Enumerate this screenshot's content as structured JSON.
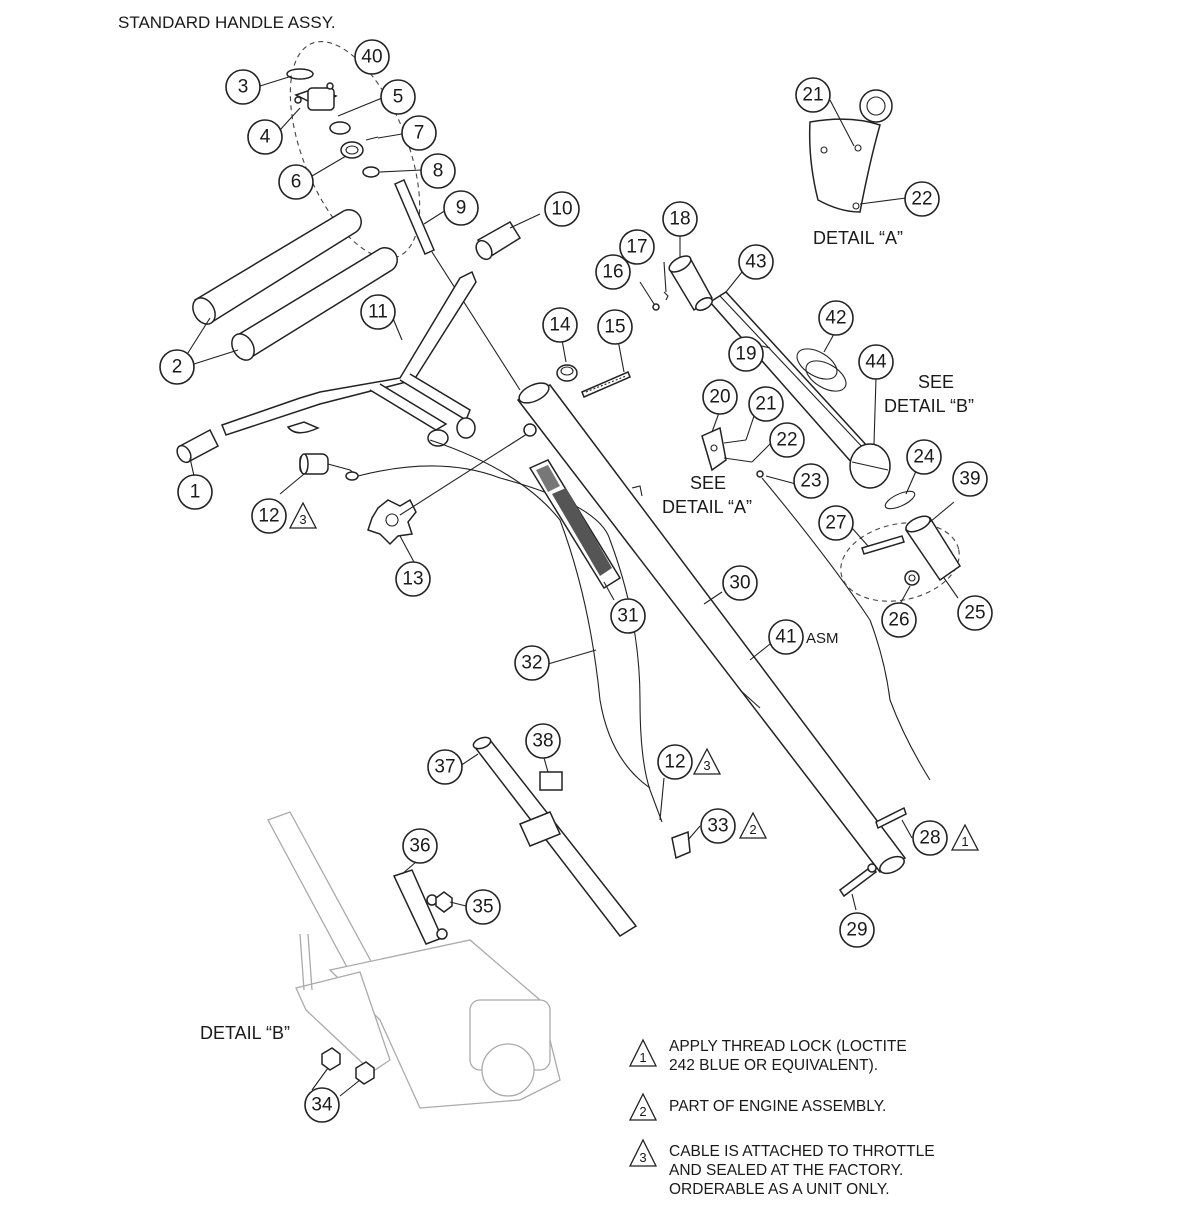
{
  "title": "STANDARD HANDLE ASSY.",
  "labels": {
    "detail_a": "DETAIL “A”",
    "see_detail_a_1": "SEE",
    "see_detail_a_2": "DETAIL “A”",
    "see_detail_b_1": "SEE",
    "see_detail_b_2": "DETAIL “B”",
    "detail_b": "DETAIL “B”",
    "asm": "ASM"
  },
  "callouts": [
    {
      "id": "c40",
      "num": "40"
    },
    {
      "id": "c3",
      "num": "3"
    },
    {
      "id": "c5",
      "num": "5"
    },
    {
      "id": "c4",
      "num": "4"
    },
    {
      "id": "c7",
      "num": "7"
    },
    {
      "id": "c6",
      "num": "6"
    },
    {
      "id": "c8",
      "num": "8"
    },
    {
      "id": "c9",
      "num": "9"
    },
    {
      "id": "c10",
      "num": "10"
    },
    {
      "id": "c2",
      "num": "2"
    },
    {
      "id": "c11",
      "num": "11"
    },
    {
      "id": "c1",
      "num": "1"
    },
    {
      "id": "c12a",
      "num": "12"
    },
    {
      "id": "c13",
      "num": "13"
    },
    {
      "id": "c14",
      "num": "14"
    },
    {
      "id": "c15",
      "num": "15"
    },
    {
      "id": "c16",
      "num": "16"
    },
    {
      "id": "c17",
      "num": "17"
    },
    {
      "id": "c18",
      "num": "18"
    },
    {
      "id": "c43",
      "num": "43"
    },
    {
      "id": "c42",
      "num": "42"
    },
    {
      "id": "c19",
      "num": "19"
    },
    {
      "id": "c44",
      "num": "44"
    },
    {
      "id": "c20",
      "num": "20"
    },
    {
      "id": "c21b",
      "num": "21"
    },
    {
      "id": "c22b",
      "num": "22"
    },
    {
      "id": "c23",
      "num": "23"
    },
    {
      "id": "c24",
      "num": "24"
    },
    {
      "id": "c39",
      "num": "39"
    },
    {
      "id": "c27",
      "num": "27"
    },
    {
      "id": "c26",
      "num": "26"
    },
    {
      "id": "c25",
      "num": "25"
    },
    {
      "id": "c31",
      "num": "31"
    },
    {
      "id": "c30",
      "num": "30"
    },
    {
      "id": "c41",
      "num": "41"
    },
    {
      "id": "c32",
      "num": "32"
    },
    {
      "id": "c37",
      "num": "37"
    },
    {
      "id": "c38",
      "num": "38"
    },
    {
      "id": "c12b",
      "num": "12"
    },
    {
      "id": "c33",
      "num": "33"
    },
    {
      "id": "c28",
      "num": "28"
    },
    {
      "id": "c29",
      "num": "29"
    },
    {
      "id": "c36",
      "num": "36"
    },
    {
      "id": "c35",
      "num": "35"
    },
    {
      "id": "c34",
      "num": "34"
    },
    {
      "id": "c21a",
      "num": "21"
    },
    {
      "id": "c22a",
      "num": "22"
    }
  ],
  "triangles": [
    {
      "id": "t12a",
      "num": "3"
    },
    {
      "id": "t12b",
      "num": "3"
    },
    {
      "id": "t33",
      "num": "2"
    },
    {
      "id": "t28",
      "num": "1"
    }
  ],
  "notes": [
    {
      "num": "1",
      "lines": [
        "APPLY THREAD LOCK (LOCTITE",
        "242 BLUE OR EQUIVALENT)."
      ]
    },
    {
      "num": "2",
      "lines": [
        "PART OF ENGINE ASSEMBLY."
      ]
    },
    {
      "num": "3",
      "lines": [
        "CABLE IS ATTACHED TO THROTTLE",
        "AND SEALED AT THE FACTORY.",
        "ORDERABLE AS A UNIT ONLY."
      ]
    }
  ]
}
